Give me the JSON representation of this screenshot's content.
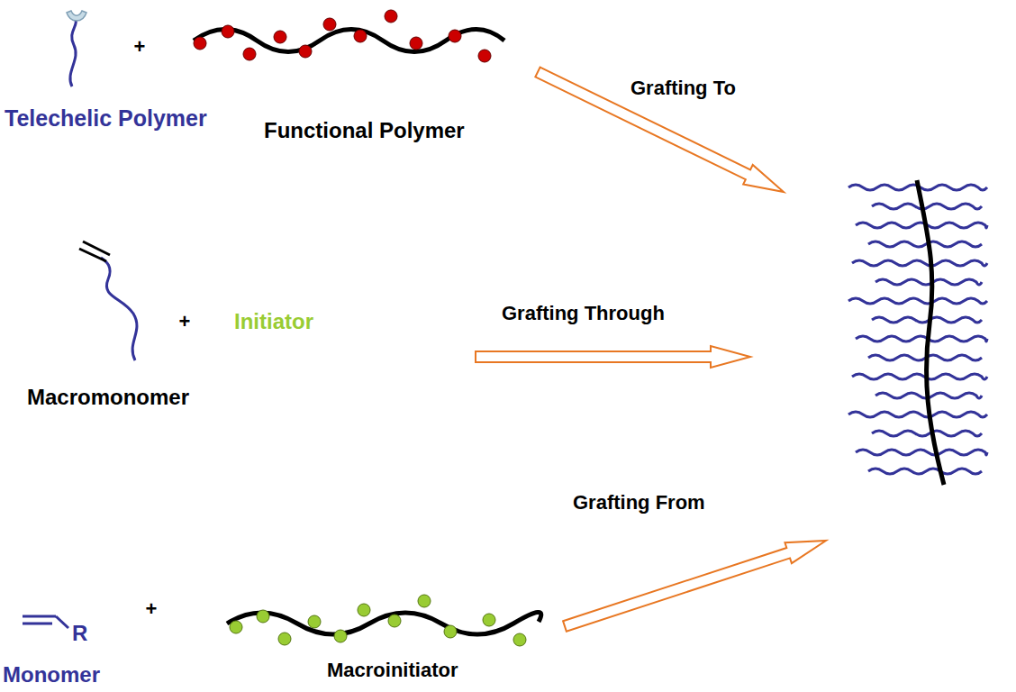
{
  "diagram": {
    "labels": [
      "+",
      "Telechelic Polymer",
      "Functional Polymer",
      "Grafting To",
      "+",
      "Initiator",
      "Macromonomer",
      "Grafting Through",
      "R",
      "+",
      "Monomer",
      "Macroinitiator",
      "Grafting From"
    ]
  }
}
